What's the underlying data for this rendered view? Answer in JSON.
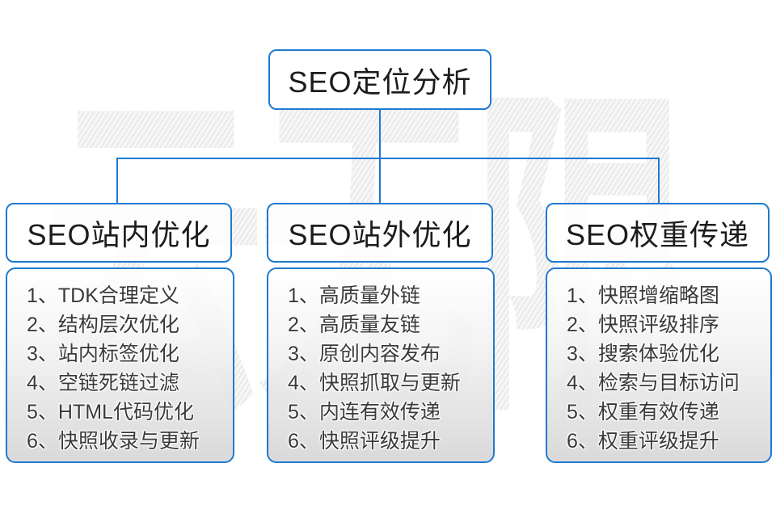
{
  "watermark": {
    "text": "云无限"
  },
  "root": {
    "title": "SEO定位分析"
  },
  "columns": [
    {
      "title": "SEO站内优化",
      "items": [
        "1、TDK合理定义",
        "2、结构层次优化",
        "3、站内标签优化",
        "4、空链死链过滤",
        "5、HTML代码优化",
        "6、快照收录与更新"
      ]
    },
    {
      "title": "SEO站外优化",
      "items": [
        "1、高质量外链",
        "2、高质量友链",
        "3、原创内容发布",
        "4、快照抓取与更新",
        "5、内连有效传递",
        "6、快照评级提升"
      ]
    },
    {
      "title": "SEO权重传递",
      "items": [
        "1、快照增缩略图",
        "2、快照评级排序",
        "3、搜索体验优化",
        "4、检索与目标访问",
        "5、权重有效传递",
        "6、权重评级提升"
      ]
    }
  ],
  "colors": {
    "accent_blue": "#1e7ad0",
    "text_dark": "#1c1c1c",
    "list_text": "#3a3a3a",
    "panel_gray": "#d6d6d6",
    "watermark_gray": "#ebebeb"
  }
}
